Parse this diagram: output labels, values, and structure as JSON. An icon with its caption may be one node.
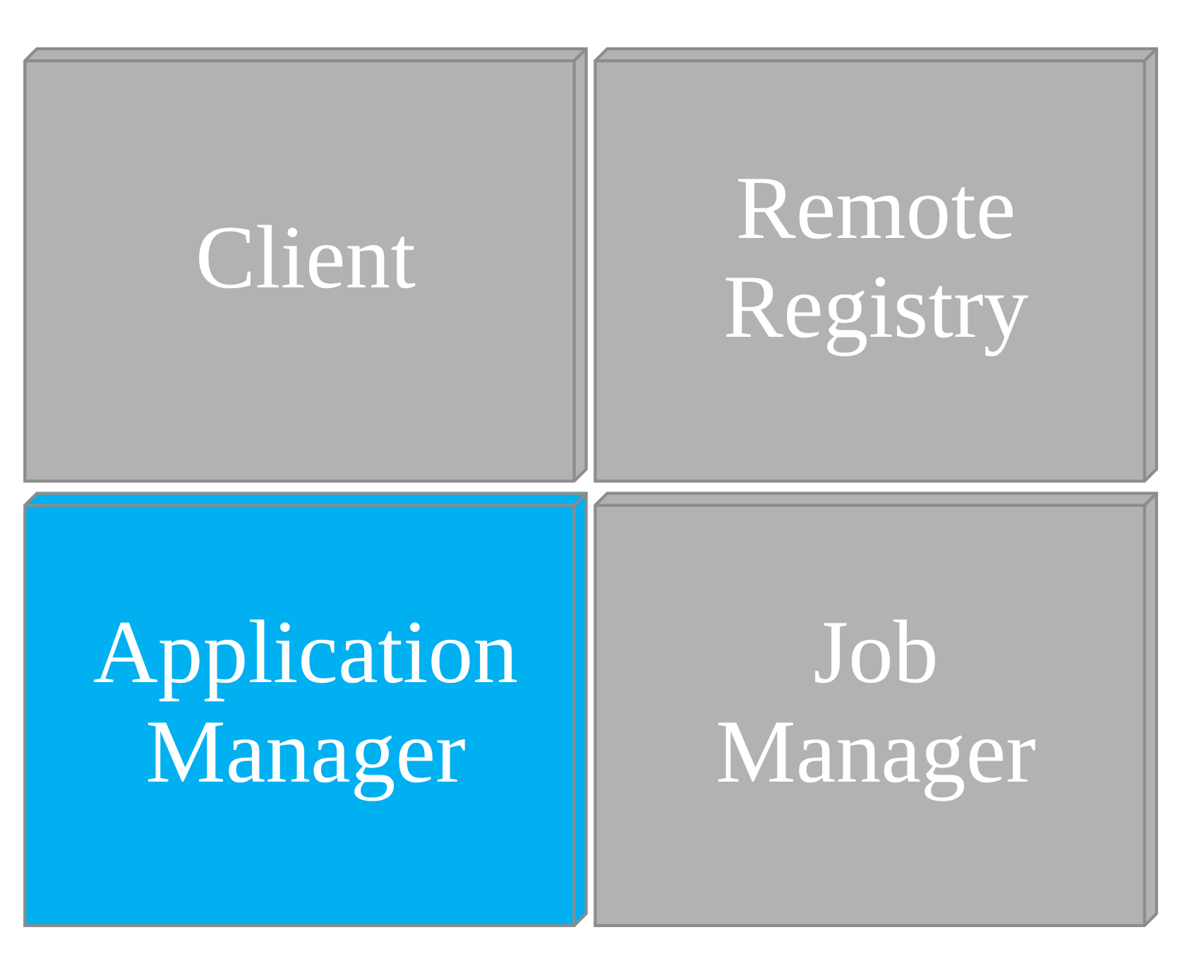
{
  "diagram": {
    "nodes": [
      {
        "text": [
          "Client"
        ]
      },
      {
        "text": [
          "Application Manager"
        ]
      },
      {
        "text": [
          "Remote Registry"
        ]
      },
      {
        "text": [
          "Job Manager"
        ]
      }
    ],
    "edges": []
  }
}
